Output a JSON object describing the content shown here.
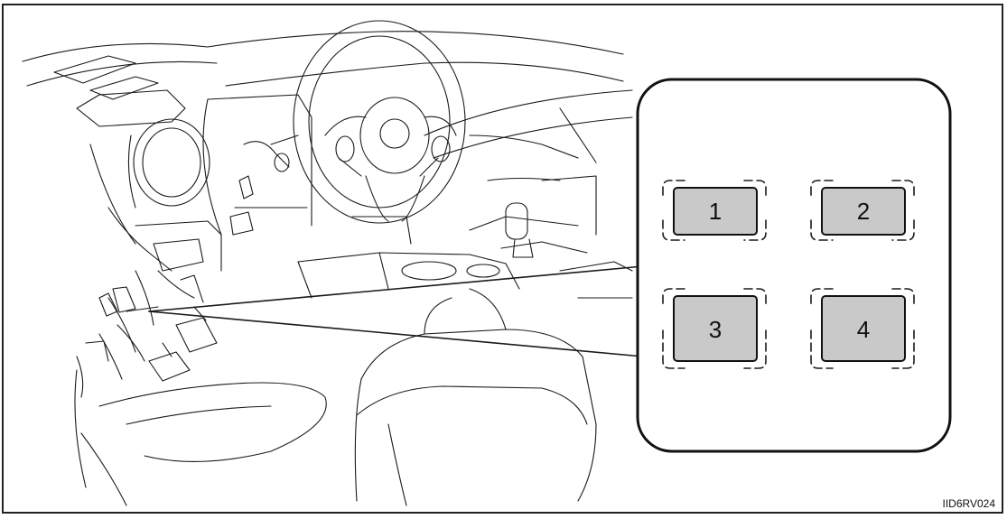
{
  "figure": {
    "code": "IID6RV024",
    "fuses": [
      {
        "label": "1"
      },
      {
        "label": "2"
      },
      {
        "label": "3"
      },
      {
        "label": "4"
      }
    ]
  }
}
